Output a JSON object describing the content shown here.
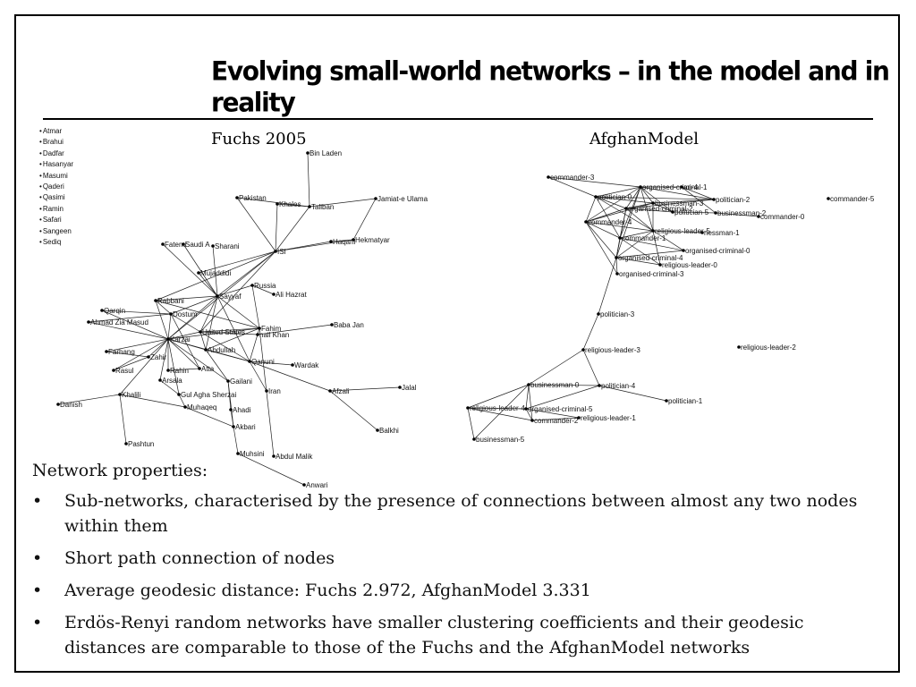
{
  "title": "Evolving small-world networks – in the model and in reality",
  "legend": [
    "Atmar",
    "Brahui",
    "Dadfar",
    "Hasanyar",
    "Masumi",
    "Qaderi",
    "Qasimi",
    "Ramin",
    "Safari",
    "Sangeen",
    "Sediq"
  ],
  "fuchs": {
    "title": "Fuchs 2005",
    "nodes": [
      {
        "id": "binladen",
        "label": "Bin Laden"
      },
      {
        "id": "pakistan",
        "label": "Pakistan"
      },
      {
        "id": "khales",
        "label": "Khales"
      },
      {
        "id": "taliban",
        "label": "Taliban"
      },
      {
        "id": "jamiat",
        "label": "Jamiat-e Ulama"
      },
      {
        "id": "haqani",
        "label": "Haqani"
      },
      {
        "id": "hekmatyar",
        "label": "Hekmatyar"
      },
      {
        "id": "fatemi",
        "label": "Fatemi"
      },
      {
        "id": "saudi",
        "label": "Saudi A"
      },
      {
        "id": "sharani",
        "label": "Sharani"
      },
      {
        "id": "isi",
        "label": "ISI"
      },
      {
        "id": "mujaddidi",
        "label": "Mujaddidi"
      },
      {
        "id": "russia",
        "label": "Russia"
      },
      {
        "id": "alihazrat",
        "label": "Ali Hazrat"
      },
      {
        "id": "rabbani",
        "label": "Rabbani"
      },
      {
        "id": "sayyaf",
        "label": "Sayyaf"
      },
      {
        "id": "qarqin",
        "label": "Qarqin"
      },
      {
        "id": "dostum",
        "label": "Dostum"
      },
      {
        "id": "ahmadzia",
        "label": "Ahmad Zia Masud"
      },
      {
        "id": "us",
        "label": "United States"
      },
      {
        "id": "fahim",
        "label": "Fahim"
      },
      {
        "id": "ismail",
        "label": "nail Khan"
      },
      {
        "id": "babajan",
        "label": "Baba Jan"
      },
      {
        "id": "karzai",
        "label": "Karzai"
      },
      {
        "id": "farhang",
        "label": "Farhang"
      },
      {
        "id": "zahir",
        "label": "Zahir"
      },
      {
        "id": "abdullah",
        "label": "Abdullah"
      },
      {
        "id": "qanuni",
        "label": "Qanuni"
      },
      {
        "id": "wardak",
        "label": "Wardak"
      },
      {
        "id": "rasul",
        "label": "Rasul"
      },
      {
        "id": "rahin",
        "label": "Rahin"
      },
      {
        "id": "atta",
        "label": "Atta"
      },
      {
        "id": "arsala",
        "label": "Arsala"
      },
      {
        "id": "gailani",
        "label": "Gailani"
      },
      {
        "id": "iran",
        "label": "Iran"
      },
      {
        "id": "afzali",
        "label": "Afzali"
      },
      {
        "id": "jalal",
        "label": "Jalal"
      },
      {
        "id": "khalili",
        "label": "Khalili"
      },
      {
        "id": "gulagha",
        "label": "Gul Agha Sherzai"
      },
      {
        "id": "danish",
        "label": "Danish"
      },
      {
        "id": "muhaqeq",
        "label": "Muhaqeq"
      },
      {
        "id": "ahadi",
        "label": "Ahadi"
      },
      {
        "id": "akbari",
        "label": "Akbari"
      },
      {
        "id": "balkhi",
        "label": "Balkhi"
      },
      {
        "id": "pashtun",
        "label": "Pashtun"
      },
      {
        "id": "muhsini",
        "label": "Muhsini"
      },
      {
        "id": "abdulmalik",
        "label": "Abdul Malik"
      },
      {
        "id": "anwari",
        "label": "Anwari"
      }
    ],
    "edges": [
      [
        "binladen",
        "taliban"
      ],
      [
        "khales",
        "taliban"
      ],
      [
        "pakistan",
        "taliban"
      ],
      [
        "taliban",
        "jamiat"
      ],
      [
        "taliban",
        "isi"
      ],
      [
        "haqani",
        "isi"
      ],
      [
        "hekmatyar",
        "isi"
      ],
      [
        "jamiat",
        "hekmatyar"
      ],
      [
        "haqani",
        "hekmatyar"
      ],
      [
        "pakistan",
        "isi"
      ],
      [
        "khales",
        "isi"
      ],
      [
        "isi",
        "sayyaf"
      ],
      [
        "isi",
        "mujaddidi"
      ],
      [
        "isi",
        "rabbani"
      ],
      [
        "isi",
        "karzai"
      ],
      [
        "isi",
        "us"
      ],
      [
        "saudi",
        "sayyaf"
      ],
      [
        "fatemi",
        "sayyaf"
      ],
      [
        "sharani",
        "sayyaf"
      ],
      [
        "mujaddidi",
        "sayyaf"
      ],
      [
        "sayyaf",
        "rabbani"
      ],
      [
        "sayyaf",
        "dostum"
      ],
      [
        "sayyaf",
        "karzai"
      ],
      [
        "sayyaf",
        "us"
      ],
      [
        "sayyaf",
        "fahim"
      ],
      [
        "sayyaf",
        "abdullah"
      ],
      [
        "sayyaf",
        "qanuni"
      ],
      [
        "sayyaf",
        "russia"
      ],
      [
        "russia",
        "alihazrat"
      ],
      [
        "russia",
        "fahim"
      ],
      [
        "rabbani",
        "dostum"
      ],
      [
        "rabbani",
        "karzai"
      ],
      [
        "rabbani",
        "fahim"
      ],
      [
        "qarqin",
        "dostum"
      ],
      [
        "qarqin",
        "karzai"
      ],
      [
        "ahmadzia",
        "karzai"
      ],
      [
        "ahmadzia",
        "dostum"
      ],
      [
        "dostum",
        "karzai"
      ],
      [
        "dostum",
        "us"
      ],
      [
        "dostum",
        "atta"
      ],
      [
        "karzai",
        "us"
      ],
      [
        "karzai",
        "fahim"
      ],
      [
        "karzai",
        "abdullah"
      ],
      [
        "karzai",
        "qanuni"
      ],
      [
        "karzai",
        "zahir"
      ],
      [
        "karzai",
        "farhang"
      ],
      [
        "karzai",
        "rasul"
      ],
      [
        "karzai",
        "rahin"
      ],
      [
        "karzai",
        "arsala"
      ],
      [
        "karzai",
        "atta"
      ],
      [
        "karzai",
        "gailani"
      ],
      [
        "karzai",
        "khalili"
      ],
      [
        "karzai",
        "gulagha"
      ],
      [
        "us",
        "fahim"
      ],
      [
        "us",
        "abdullah"
      ],
      [
        "us",
        "qanuni"
      ],
      [
        "us",
        "ismail"
      ],
      [
        "ismail",
        "babajan"
      ],
      [
        "fahim",
        "abdullah"
      ],
      [
        "fahim",
        "qanuni"
      ],
      [
        "qanuni",
        "abdullah"
      ],
      [
        "qanuni",
        "wardak"
      ],
      [
        "qanuni",
        "iran"
      ],
      [
        "qanuni",
        "afzali"
      ],
      [
        "afzali",
        "jalal"
      ],
      [
        "afzali",
        "balkhi"
      ],
      [
        "zahir",
        "rasul"
      ],
      [
        "zahir",
        "farhang"
      ],
      [
        "rahin",
        "atta"
      ],
      [
        "arsala",
        "gulagha"
      ],
      [
        "gailani",
        "akbari"
      ],
      [
        "gailani",
        "ahadi"
      ],
      [
        "khalili",
        "danish"
      ],
      [
        "khalili",
        "pashtun"
      ],
      [
        "khalili",
        "muhaqeq"
      ],
      [
        "gulagha",
        "muhaqeq"
      ],
      [
        "muhaqeq",
        "akbari"
      ],
      [
        "akbari",
        "muhsini"
      ],
      [
        "muhsini",
        "anwari"
      ],
      [
        "fahim",
        "abdulmalik"
      ],
      [
        "ahadi",
        "akbari"
      ],
      [
        "abdullah",
        "gailani"
      ]
    ]
  },
  "afghan": {
    "title": "AfghanModel",
    "nodes": [
      {
        "id": "cmd3",
        "label": "commander-3"
      },
      {
        "id": "cmd5",
        "label": "commander-5"
      },
      {
        "id": "pol0",
        "label": "politician-0"
      },
      {
        "id": "oc1",
        "label": "organised-criminal-1"
      },
      {
        "id": "an4",
        "label": "an-4"
      },
      {
        "id": "pol2",
        "label": "politician-2"
      },
      {
        "id": "bus3",
        "label": "businessman-3"
      },
      {
        "id": "oc2",
        "label": "organised-criminal-2"
      },
      {
        "id": "pol5",
        "label": "politician-5"
      },
      {
        "id": "bus2",
        "label": "businessman-2"
      },
      {
        "id": "cmd0",
        "label": "commander-0"
      },
      {
        "id": "cmd4",
        "label": "commander-4"
      },
      {
        "id": "rl5",
        "label": "religious-leader-5"
      },
      {
        "id": "bus1",
        "label": "nessman-1"
      },
      {
        "id": "cmd1",
        "label": "commander-1"
      },
      {
        "id": "oc0",
        "label": "organised-criminal-0"
      },
      {
        "id": "oc4",
        "label": "organised-criminal-4"
      },
      {
        "id": "rl0",
        "label": "religious-leader-0"
      },
      {
        "id": "oc3",
        "label": "organised-criminal-3"
      },
      {
        "id": "pol3",
        "label": "politician-3"
      },
      {
        "id": "rl3",
        "label": "religious-leader-3"
      },
      {
        "id": "rl2",
        "label": "religious-leader-2"
      },
      {
        "id": "bus0",
        "label": "businessman-0"
      },
      {
        "id": "pol4",
        "label": "politician-4"
      },
      {
        "id": "pol1",
        "label": "politician-1"
      },
      {
        "id": "rl4",
        "label": "religious-leader-4"
      },
      {
        "id": "oc5",
        "label": "organised-criminal-5"
      },
      {
        "id": "cmd2",
        "label": "commander-2"
      },
      {
        "id": "rl1",
        "label": "religious-leader-1"
      },
      {
        "id": "bus5",
        "label": "businessman-5"
      }
    ],
    "edges": [
      [
        "cmd3",
        "pol0"
      ],
      [
        "cmd3",
        "oc1"
      ],
      [
        "pol0",
        "oc1"
      ],
      [
        "pol0",
        "oc2"
      ],
      [
        "pol0",
        "cmd4"
      ],
      [
        "pol0",
        "bus3"
      ],
      [
        "pol0",
        "rl5"
      ],
      [
        "pol0",
        "cmd1"
      ],
      [
        "oc1",
        "an4"
      ],
      [
        "oc1",
        "pol2"
      ],
      [
        "oc1",
        "bus3"
      ],
      [
        "oc1",
        "oc2"
      ],
      [
        "oc1",
        "cmd4"
      ],
      [
        "oc1",
        "rl5"
      ],
      [
        "oc1",
        "cmd1"
      ],
      [
        "oc1",
        "oc4"
      ],
      [
        "an4",
        "pol2"
      ],
      [
        "an4",
        "bus2"
      ],
      [
        "pol2",
        "bus3"
      ],
      [
        "pol2",
        "oc2"
      ],
      [
        "bus3",
        "oc2"
      ],
      [
        "bus3",
        "pol5"
      ],
      [
        "bus3",
        "rl5"
      ],
      [
        "bus3",
        "cmd4"
      ],
      [
        "oc2",
        "pol5"
      ],
      [
        "oc2",
        "cmd4"
      ],
      [
        "oc2",
        "cmd1"
      ],
      [
        "oc2",
        "rl5"
      ],
      [
        "oc2",
        "oc4"
      ],
      [
        "pol5",
        "bus2"
      ],
      [
        "bus2",
        "cmd0"
      ],
      [
        "cmd4",
        "rl5"
      ],
      [
        "cmd4",
        "cmd1"
      ],
      [
        "cmd4",
        "oc4"
      ],
      [
        "cmd4",
        "oc3"
      ],
      [
        "rl5",
        "bus1"
      ],
      [
        "rl5",
        "cmd1"
      ],
      [
        "rl5",
        "oc0"
      ],
      [
        "rl5",
        "oc4"
      ],
      [
        "rl5",
        "rl0"
      ],
      [
        "cmd1",
        "oc0"
      ],
      [
        "cmd1",
        "oc4"
      ],
      [
        "cmd1",
        "rl0"
      ],
      [
        "oc4",
        "rl0"
      ],
      [
        "oc4",
        "oc3"
      ],
      [
        "oc4",
        "pol3"
      ],
      [
        "oc0",
        "oc4"
      ],
      [
        "pol3",
        "rl3"
      ],
      [
        "rl3",
        "bus0"
      ],
      [
        "rl3",
        "pol4"
      ],
      [
        "bus0",
        "pol4"
      ],
      [
        "bus0",
        "rl4"
      ],
      [
        "bus0",
        "oc5"
      ],
      [
        "bus0",
        "cmd2"
      ],
      [
        "bus0",
        "bus5"
      ],
      [
        "pol4",
        "pol1"
      ],
      [
        "pol4",
        "oc5"
      ],
      [
        "rl4",
        "oc5"
      ],
      [
        "rl4",
        "cmd2"
      ],
      [
        "oc5",
        "cmd2"
      ],
      [
        "oc5",
        "rl1"
      ],
      [
        "cmd2",
        "rl1"
      ],
      [
        "rl4",
        "bus5"
      ],
      [
        "oc1",
        "pol5"
      ],
      [
        "pol0",
        "pol2"
      ]
    ]
  },
  "properties": {
    "heading": "Network properties:",
    "bullet_glyph": "•",
    "bullets": [
      "Sub-networks, characterised by the presence of connections between almost any two nodes within them",
      "Short path connection of nodes",
      "Average geodesic distance: Fuchs 2.972, AfghanModel 3.331",
      "Erdös-Renyi random networks have smaller clustering coefficients and their geodesic distances are comparable to those of the Fuchs and the AfghanModel networks"
    ]
  }
}
